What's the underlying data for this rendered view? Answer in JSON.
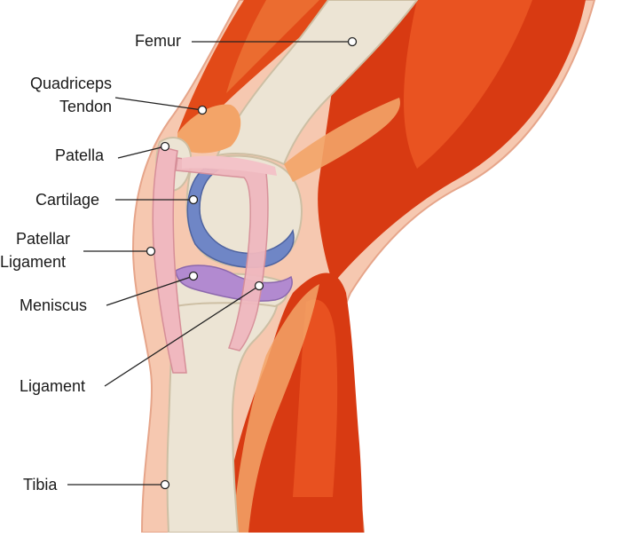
{
  "labels": {
    "femur": "Femur",
    "quadriceps_line1": "Quadriceps",
    "quadriceps_line2": "Tendon",
    "patella": "Patella",
    "cartilage": "Cartilage",
    "patellar_line1": "Patellar",
    "patellar_line2": "Ligament",
    "meniscus": "Meniscus",
    "ligament": "Ligament",
    "tibia": "Tibia"
  },
  "colors": {
    "muscle_dark": "#c9300f",
    "muscle": "#e24a18",
    "muscle_light": "#f07a3a",
    "tendon": "#f3a468",
    "bone": "#ece4d4",
    "bone_shadow": "#d6cab3",
    "skin": "#f6c8b0",
    "ligament_pink": "#f0b8bf",
    "cartilage_blue": "#6f86c6",
    "meniscus_purple": "#b28ad0"
  }
}
